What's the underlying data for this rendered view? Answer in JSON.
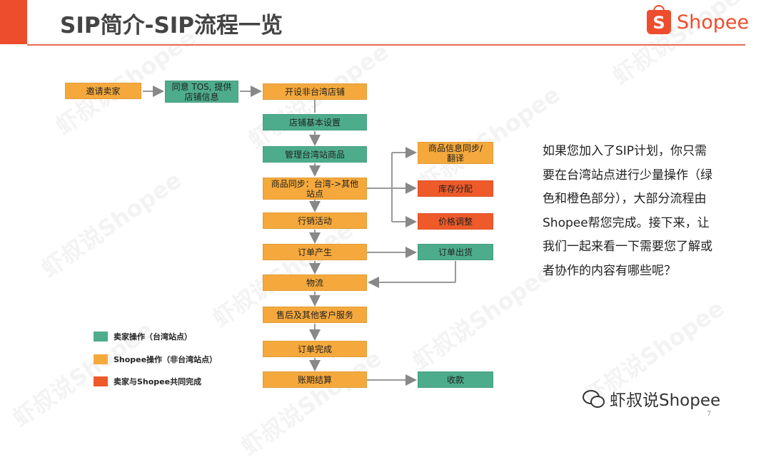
{
  "header": {
    "title": "SIP简介-SIP流程一览",
    "logo_letter": "S",
    "logo_text": "Shopee"
  },
  "colors": {
    "seller_green": "#4dac8c",
    "shopee_orange": "#f5a93c",
    "joint_red": "#ef5a2a",
    "accent": "#ee4d2d"
  },
  "flow": {
    "invite_seller": "邀请卖家",
    "agree_tos": "同意 TOS, 提供店铺信息",
    "open_store": "开设非台湾店铺",
    "store_setup": "店铺基本设置",
    "manage_products": "管理台湾站商品",
    "product_sync": "商品同步：台湾->其他站点",
    "info_sync": "商品信息同步/翻译",
    "inventory": "库存分配",
    "price_adjust": "价格调整",
    "marketing": "行销活动",
    "order_created": "订单产生",
    "order_ship": "订单出货",
    "logistics": "物流",
    "after_sales": "售后及其他客户服务",
    "order_complete": "订单完成",
    "billing": "账期结算",
    "payment": "收款"
  },
  "legend": [
    {
      "label": "卖家操作（台湾站点）",
      "color": "#4dac8c"
    },
    {
      "label": "Shopee操作（非台湾站点）",
      "color": "#f5a93c"
    },
    {
      "label": "卖家与Shopee共同完成",
      "color": "#ef5a2a"
    }
  ],
  "description": "如果您加入了SIP计划，你只需要在台湾站点进行少量操作（绿色和橙色部分），大部分流程由Shopee帮您完成。接下来，让我们一起来看一下需要您了解或者协作的内容有哪些呢？",
  "footer": {
    "wechat_name": "虾叔说Shopee",
    "page_number": "7"
  },
  "watermark": "虾叔说Shopee"
}
